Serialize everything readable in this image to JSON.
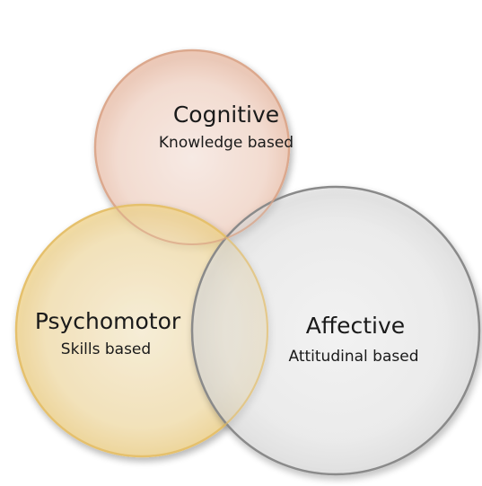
{
  "diagram": {
    "circles": [
      {
        "id": "cognitive",
        "title": "Cognitive",
        "subtitle": "Knowledge based",
        "color": "#F2C9B4"
      },
      {
        "id": "psychomotor",
        "title": "Psychomotor",
        "subtitle": "Skills based",
        "color": "#F6DEA0"
      },
      {
        "id": "affective",
        "title": "Affective",
        "subtitle": "Attitudinal based",
        "color": "#DCDCDC"
      }
    ]
  }
}
